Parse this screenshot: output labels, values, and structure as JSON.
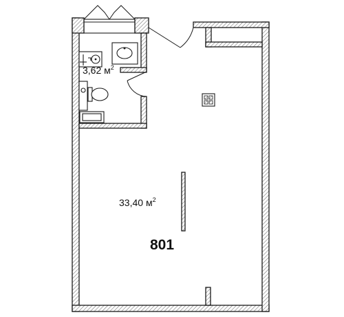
{
  "plan": {
    "unit_number": "801",
    "rooms": [
      {
        "name": "bathroom",
        "area": "3,62",
        "unit": "м",
        "exponent": "2"
      },
      {
        "name": "main-room",
        "area": "33,40",
        "unit": "м",
        "exponent": "2"
      }
    ]
  },
  "colors": {
    "line": "#1a1a1a",
    "hatch": "#777777",
    "background": "#ffffff"
  },
  "icons": [
    "door-swing-icon",
    "window-icon",
    "washbasin-icon",
    "toilet-icon",
    "shower-icon",
    "bathtub-icon",
    "ventilation-shaft-icon"
  ]
}
